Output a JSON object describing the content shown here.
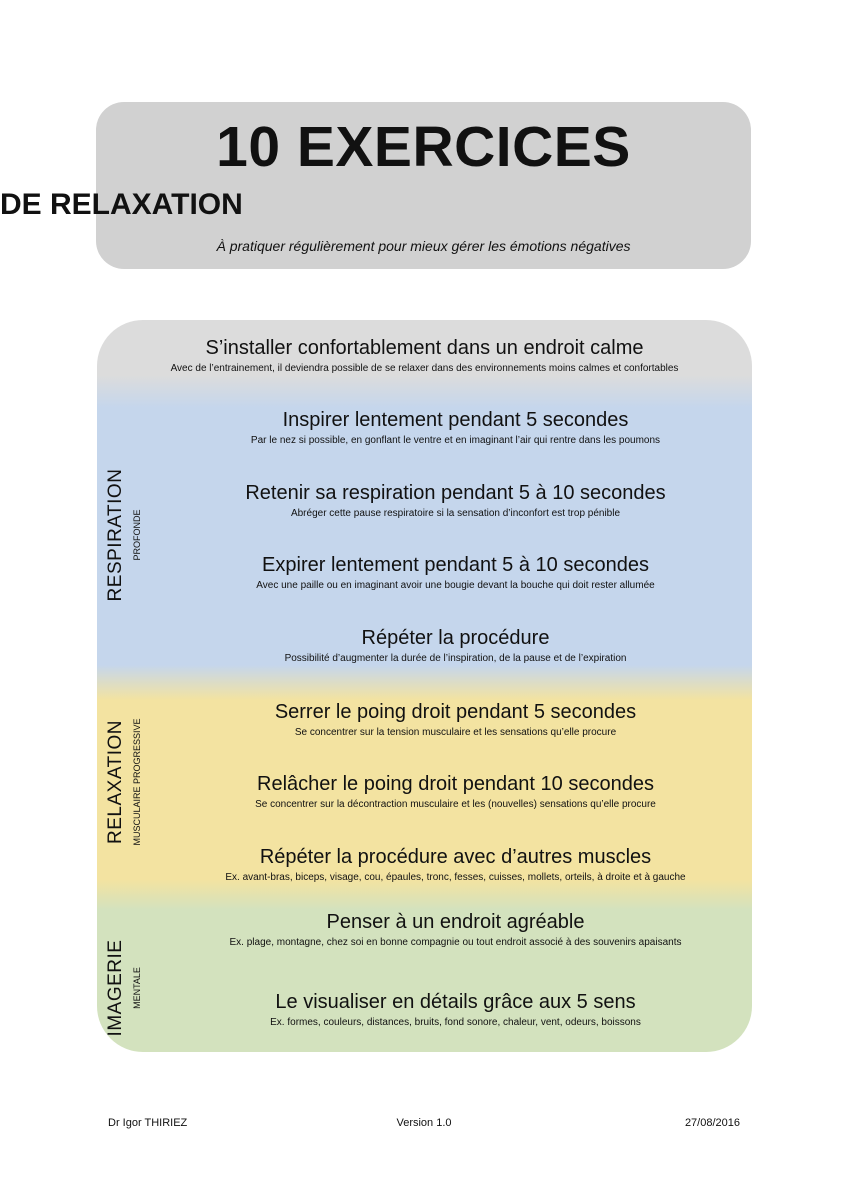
{
  "header": {
    "title": "10 EXERCICES",
    "subtitle": "DE RELAXATION",
    "tagline": "À pratiquer régulièrement pour mieux gérer les émotions négatives"
  },
  "intro": {
    "title": "S’installer confortablement dans un endroit calme",
    "desc": "Avec de l’entrainement, il deviendra possible de se relaxer dans des environnements moins calmes et confortables"
  },
  "sections": [
    {
      "label": "RESPIRATION",
      "sublabel": "PROFONDE",
      "color": "#c5d6ec",
      "steps": [
        {
          "title": "Inspirer lentement pendant 5 secondes",
          "desc": "Par le nez si possible, en gonflant le ventre et en imaginant l’air qui rentre dans les poumons"
        },
        {
          "title": "Retenir sa respiration pendant 5 à 10 secondes",
          "desc": "Abréger cette pause respiratoire si la sensation d’inconfort est trop pénible"
        },
        {
          "title": "Expirer lentement pendant 5 à 10 secondes",
          "desc": "Avec une paille ou en imaginant avoir une bougie devant la bouche qui doit rester allumée"
        },
        {
          "title": "Répéter la procédure",
          "desc": "Possibilité d’augmenter la durée de l’inspiration, de la pause et de l’expiration"
        }
      ]
    },
    {
      "label": "RELAXATION",
      "sublabel": "MUSCULAIRE PROGRESSIVE",
      "color": "#f3e3a1",
      "steps": [
        {
          "title": "Serrer le poing droit pendant 5 secondes",
          "desc": "Se concentrer sur la tension musculaire et les sensations qu’elle procure"
        },
        {
          "title": "Relâcher le poing droit pendant 10 secondes",
          "desc": "Se concentrer sur la décontraction musculaire et les (nouvelles) sensations qu’elle procure"
        },
        {
          "title": "Répéter la procédure avec d’autres muscles",
          "desc": "Ex. avant-bras, biceps, visage, cou, épaules, tronc, fesses, cuisses, mollets, orteils, à droite et à gauche"
        }
      ]
    },
    {
      "label": "IMAGERIE",
      "sublabel": "MENTALE",
      "color": "#d3e2be",
      "steps": [
        {
          "title": "Penser à un endroit agréable",
          "desc": "Ex. plage, montagne, chez soi en bonne compagnie ou tout endroit associé à des souvenirs apaisants"
        },
        {
          "title": "Le visualiser en détails grâce aux 5 sens",
          "desc": "Ex. formes, couleurs, distances, bruits, fond sonore, chaleur, vent, odeurs, boissons"
        }
      ]
    }
  ],
  "footer": {
    "author": "Dr Igor THIRIEZ",
    "version": "Version 1.0",
    "date": "27/08/2016"
  }
}
